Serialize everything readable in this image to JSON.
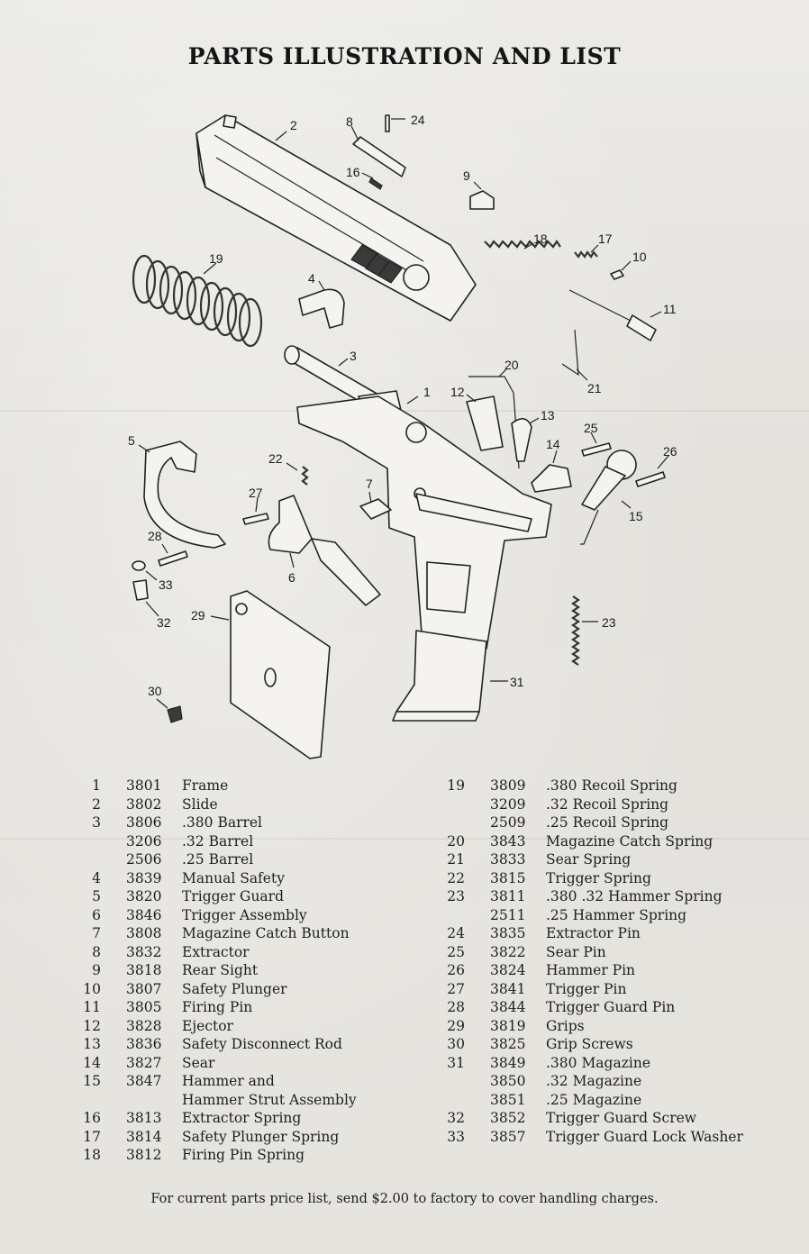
{
  "title": "PARTS ILLUSTRATION AND LIST",
  "callouts": [
    "1",
    "2",
    "3",
    "4",
    "5",
    "6",
    "7",
    "8",
    "9",
    "10",
    "11",
    "12",
    "13",
    "14",
    "15",
    "16",
    "17",
    "18",
    "19",
    "20",
    "21",
    "22",
    "23",
    "24",
    "25",
    "26",
    "27",
    "28",
    "29",
    "30",
    "31",
    "32",
    "33"
  ],
  "parts_left": [
    {
      "no": "1",
      "part": "3801",
      "desc": "Frame"
    },
    {
      "no": "2",
      "part": "3802",
      "desc": "Slide"
    },
    {
      "no": "3",
      "part": "3806",
      "desc": ".380 Barrel"
    },
    {
      "no": "",
      "part": "3206",
      "desc": ".32 Barrel"
    },
    {
      "no": "",
      "part": "2506",
      "desc": ".25 Barrel"
    },
    {
      "no": "4",
      "part": "3839",
      "desc": "Manual Safety"
    },
    {
      "no": "5",
      "part": "3820",
      "desc": "Trigger Guard"
    },
    {
      "no": "6",
      "part": "3846",
      "desc": "Trigger Assembly"
    },
    {
      "no": "7",
      "part": "3808",
      "desc": "Magazine Catch Button"
    },
    {
      "no": "8",
      "part": "3832",
      "desc": "Extractor"
    },
    {
      "no": "9",
      "part": "3818",
      "desc": "Rear Sight"
    },
    {
      "no": "10",
      "part": "3807",
      "desc": "Safety Plunger"
    },
    {
      "no": "11",
      "part": "3805",
      "desc": "Firing Pin"
    },
    {
      "no": "12",
      "part": "3828",
      "desc": "Ejector"
    },
    {
      "no": "13",
      "part": "3836",
      "desc": "Safety Disconnect Rod"
    },
    {
      "no": "14",
      "part": "3827",
      "desc": "Sear"
    },
    {
      "no": "15",
      "part": "3847",
      "desc": "Hammer and"
    },
    {
      "no": "",
      "part": "",
      "desc": "Hammer Strut Assembly"
    },
    {
      "no": "16",
      "part": "3813",
      "desc": "Extractor Spring"
    },
    {
      "no": "17",
      "part": "3814",
      "desc": "Safety Plunger Spring"
    },
    {
      "no": "18",
      "part": "3812",
      "desc": "Firing Pin Spring"
    }
  ],
  "parts_right": [
    {
      "no": "19",
      "part": "3809",
      "desc": ".380 Recoil Spring"
    },
    {
      "no": "",
      "part": "3209",
      "desc": ".32 Recoil Spring"
    },
    {
      "no": "",
      "part": "2509",
      "desc": ".25 Recoil Spring"
    },
    {
      "no": "20",
      "part": "3843",
      "desc": "Magazine Catch Spring"
    },
    {
      "no": "21",
      "part": "3833",
      "desc": "Sear Spring"
    },
    {
      "no": "22",
      "part": "3815",
      "desc": "Trigger Spring"
    },
    {
      "no": "23",
      "part": "3811",
      "desc": ".380 .32 Hammer Spring"
    },
    {
      "no": "",
      "part": "2511",
      "desc": ".25 Hammer Spring"
    },
    {
      "no": "24",
      "part": "3835",
      "desc": "Extractor Pin"
    },
    {
      "no": "25",
      "part": "3822",
      "desc": "Sear Pin"
    },
    {
      "no": "26",
      "part": "3824",
      "desc": "Hammer Pin"
    },
    {
      "no": "27",
      "part": "3841",
      "desc": "Trigger Pin"
    },
    {
      "no": "28",
      "part": "3844",
      "desc": "Trigger Guard Pin"
    },
    {
      "no": "29",
      "part": "3819",
      "desc": "Grips"
    },
    {
      "no": "30",
      "part": "3825",
      "desc": "Grip Screws"
    },
    {
      "no": "31",
      "part": "3849",
      "desc": ".380 Magazine"
    },
    {
      "no": "",
      "part": "3850",
      "desc": ".32 Magazine"
    },
    {
      "no": "",
      "part": "3851",
      "desc": ".25 Magazine"
    },
    {
      "no": "32",
      "part": "3852",
      "desc": "Trigger Guard Screw"
    },
    {
      "no": "33",
      "part": "3857",
      "desc": "Trigger Guard Lock Washer"
    }
  ],
  "footer": "For current parts price list, send $2.00 to factory to cover handling charges."
}
